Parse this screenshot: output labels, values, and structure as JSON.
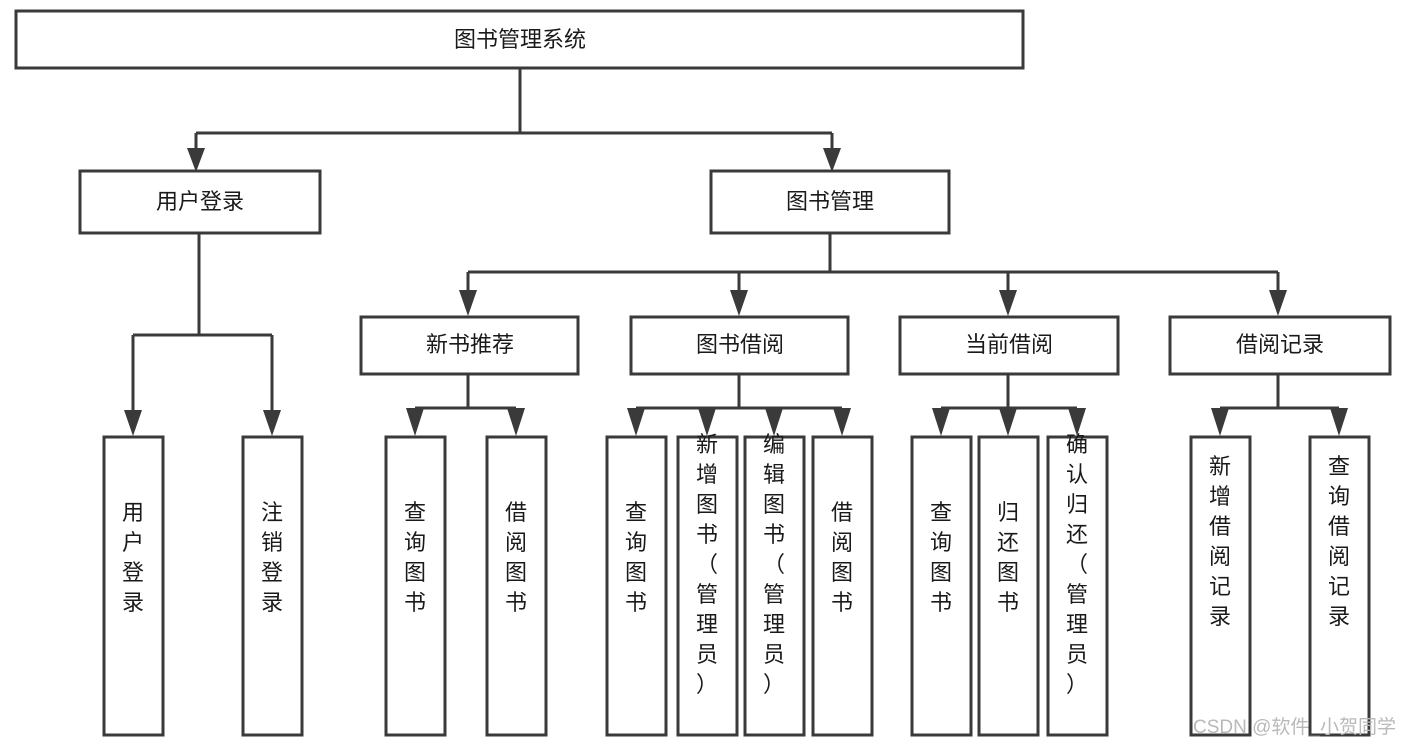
{
  "diagram": {
    "kind": "function-structure-tree",
    "title": "图书管理系统",
    "background_color": "#ffffff",
    "stroke_color": "#3a3a3a",
    "text_color": "#1a1a1a",
    "levels": 4,
    "root": {
      "id": "root",
      "label": "图书管理系统",
      "orientation": "horizontal"
    },
    "level2": [
      {
        "id": "user-login",
        "label": "用户登录",
        "orientation": "horizontal"
      },
      {
        "id": "book-manage",
        "label": "图书管理",
        "orientation": "horizontal"
      }
    ],
    "level3": [
      {
        "id": "new-book-recommend",
        "label": "新书推荐",
        "orientation": "horizontal",
        "parent": "book-manage"
      },
      {
        "id": "book-borrow",
        "label": "图书借阅",
        "orientation": "horizontal",
        "parent": "book-manage"
      },
      {
        "id": "current-borrow",
        "label": "当前借阅",
        "orientation": "horizontal",
        "parent": "book-manage"
      },
      {
        "id": "borrow-record",
        "label": "借阅记录",
        "orientation": "horizontal",
        "parent": "book-manage"
      }
    ],
    "leaves": {
      "user-login": [
        {
          "id": "leaf-user-login",
          "label": "用户登录",
          "orientation": "vertical"
        },
        {
          "id": "leaf-user-logout",
          "label": "注销登录",
          "orientation": "vertical"
        }
      ],
      "new-book-recommend": [
        {
          "id": "leaf-query-book-1",
          "label": "查询图书",
          "orientation": "vertical"
        },
        {
          "id": "leaf-borrow-book-1",
          "label": "借阅图书",
          "orientation": "vertical"
        }
      ],
      "book-borrow": [
        {
          "id": "leaf-query-book-2",
          "label": "查询图书",
          "orientation": "vertical"
        },
        {
          "id": "leaf-add-book",
          "label": "新增图书（管理员）",
          "orientation": "vertical"
        },
        {
          "id": "leaf-edit-book",
          "label": "编辑图书（管理员）",
          "orientation": "vertical"
        },
        {
          "id": "leaf-borrow-book-2",
          "label": "借阅图书",
          "orientation": "vertical"
        }
      ],
      "current-borrow": [
        {
          "id": "leaf-query-book-3",
          "label": "查询图书",
          "orientation": "vertical"
        },
        {
          "id": "leaf-return-book",
          "label": "归还图书",
          "orientation": "vertical"
        },
        {
          "id": "leaf-confirm-return",
          "label": "确认归还（管理员）",
          "orientation": "vertical"
        }
      ],
      "borrow-record": [
        {
          "id": "leaf-add-record",
          "label": "新增借阅记录",
          "orientation": "vertical"
        },
        {
          "id": "leaf-query-record",
          "label": "查询借阅记录",
          "orientation": "vertical"
        }
      ]
    }
  },
  "watermark": {
    "label": "CSDN @软件_小贺同学",
    "color": "#b9b9b9"
  }
}
